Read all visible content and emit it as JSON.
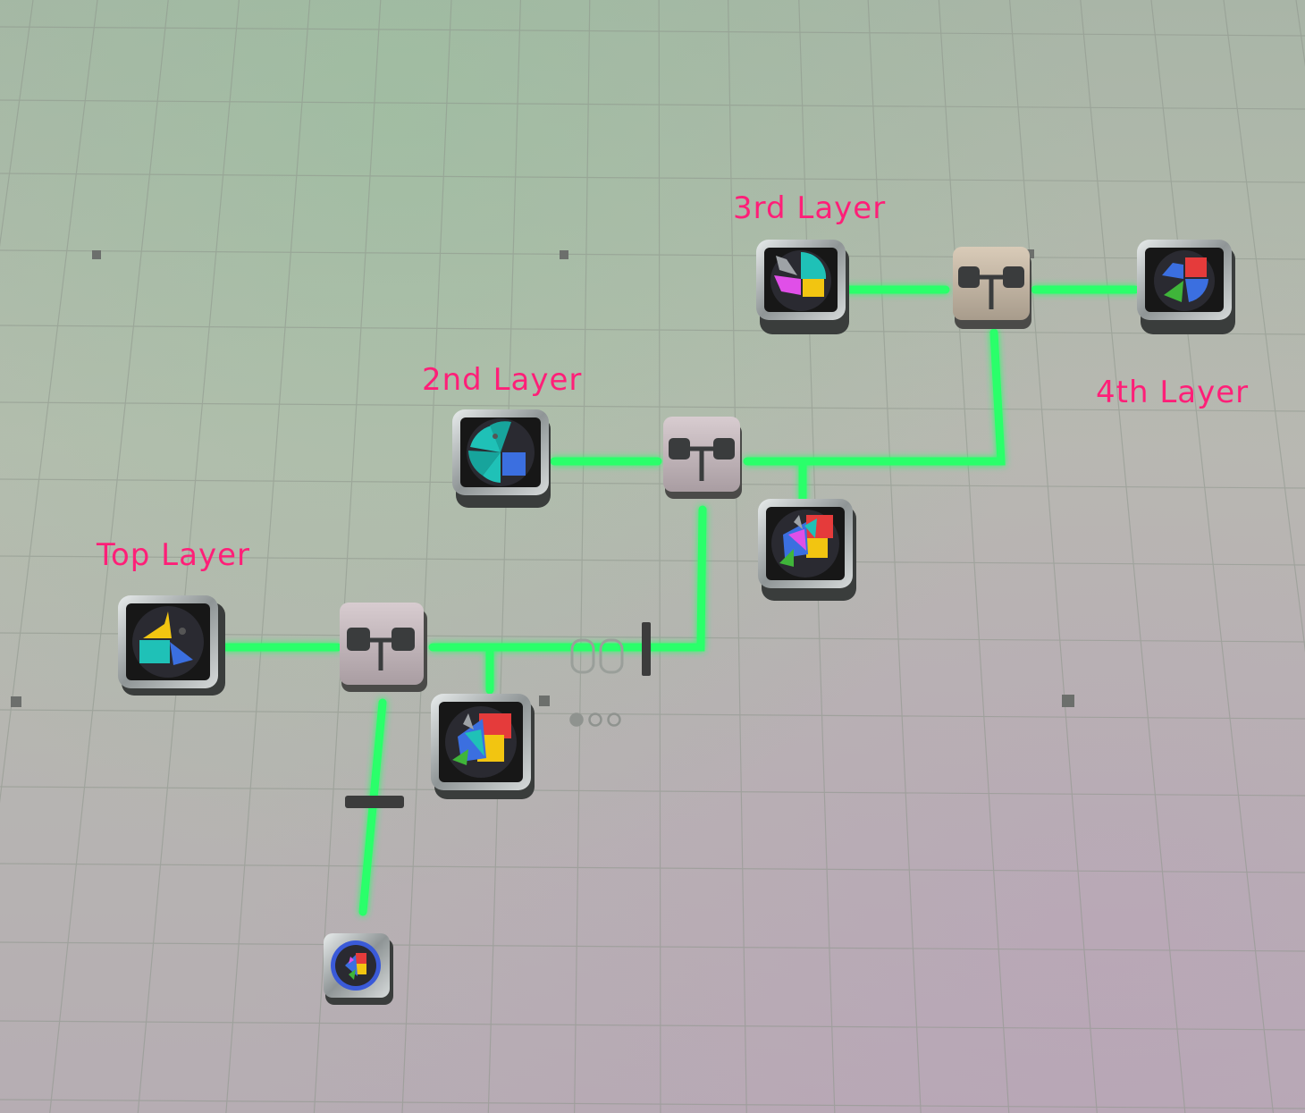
{
  "labels": {
    "top_layer": "Top Layer",
    "second_layer": "2nd Layer",
    "third_layer": "3rd Layer",
    "fourth_layer": "4th Layer"
  },
  "page_indicator": {
    "pages": 3,
    "active": 1
  },
  "colors": {
    "label": "#ff1f78",
    "wire": "#2cff6a",
    "wire_glow": "#7dffaa",
    "grid_line": "#8e968c",
    "tile_frame": "#b9bcbd",
    "tile_dark": "#171717",
    "disc": "#2a2a31",
    "stacker_body": "#c3b4b9",
    "stacker_pad": "#3a3c3d",
    "shape_yellow": "#f2c511",
    "shape_cyan": "#1fc1b7",
    "shape_blue": "#3b6fe0",
    "shape_red": "#e53b3b",
    "shape_magenta": "#e04fe8",
    "shape_green": "#3fb53a",
    "shape_grey": "#9ea2a6"
  },
  "icons": {
    "top_layer_shape": "yellow-cyan-blue-shape-icon",
    "second_layer_shape": "cyan-pinwheel-blue-square-icon",
    "third_layer_shape": "grey-magenta-cyan-yellow-shape-icon",
    "fourth_layer_shape": "blue-red-green-shape-icon",
    "stacker": "stacker-building-icon",
    "belt": "conveyor-belt-icon",
    "output_shape": "combined-shape-output-icon"
  }
}
